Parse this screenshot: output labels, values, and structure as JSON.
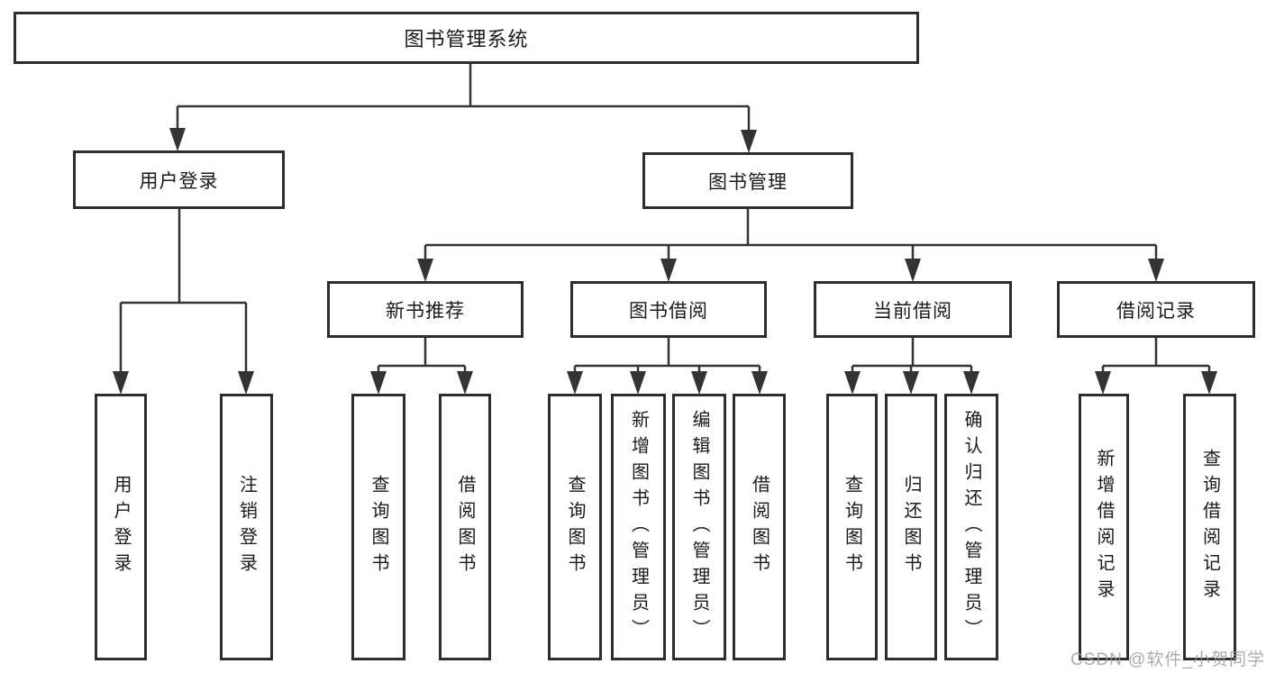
{
  "diagram": {
    "colors": {
      "line": "#333333",
      "box_border": "#2d2d2d",
      "background": "#ffffff",
      "watermark_text_color": "#969696"
    },
    "nodes": {
      "root": "图书管理系统",
      "user_login": "用户登录",
      "book_mgmt": "图书管理",
      "new_books": "新书推荐",
      "book_borrow": "图书借阅",
      "current_borrow": "当前借阅",
      "borrow_records": "借阅记录",
      "leaf_user_login": "用户登录",
      "leaf_logout": "注销登录",
      "leaf_nb_query": "查询图书",
      "leaf_nb_borrow": "借阅图书",
      "leaf_bb_query": "查询图书",
      "leaf_bb_add": "新增图书（管理员）",
      "leaf_bb_edit": "编辑图书（管理员）",
      "leaf_bb_borrow": "借阅图书",
      "leaf_cb_query": "查询图书",
      "leaf_cb_return": "归还图书",
      "leaf_cb_confirm": "确认归还（管理员）",
      "leaf_br_add": "新增借阅记录",
      "leaf_br_query": "查询借阅记录"
    },
    "hierarchy": {
      "图书管理系统": {
        "用户登录": [
          "用户登录",
          "注销登录"
        ],
        "图书管理": {
          "新书推荐": [
            "查询图书",
            "借阅图书"
          ],
          "图书借阅": [
            "查询图书",
            "新增图书（管理员）",
            "编辑图书（管理员）",
            "借阅图书"
          ],
          "当前借阅": [
            "查询图书",
            "归还图书",
            "确认归还（管理员）"
          ],
          "借阅记录": [
            "新增借阅记录",
            "查询借阅记录"
          ]
        }
      }
    },
    "watermark": "CSDN @软件_小贺同学"
  }
}
